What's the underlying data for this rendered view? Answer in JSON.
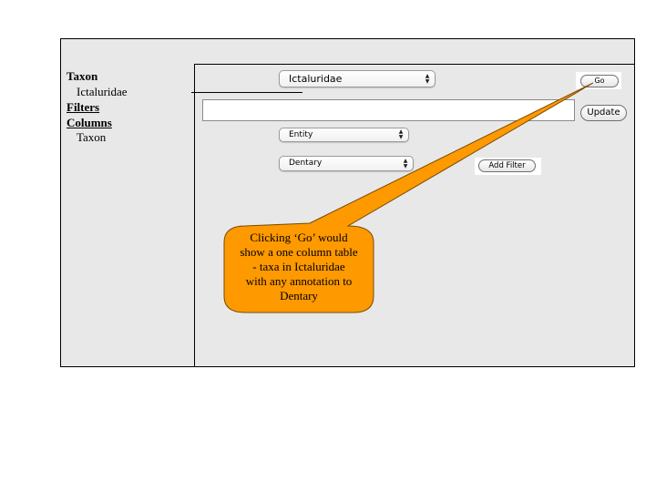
{
  "sidebar": {
    "taxon_header": "Taxon",
    "taxon_value": "Ictaluridae",
    "filters_link": "Filters",
    "columns_link": "Columns",
    "column_item": "Taxon"
  },
  "main": {
    "taxon_select": "Ictaluridae",
    "go_button": "Go",
    "update_button": "Update",
    "filter_type_select": "Entity",
    "filter_value_select": "Dentary",
    "add_filter_button": "Add Filter",
    "query_text": ""
  },
  "callout": {
    "lines": [
      "Clicking ‘Go’ would",
      "show a one column table",
      "- taxa in Ictaluridae",
      "with any annotation to",
      "Dentary"
    ],
    "fill_color": "#ff9900",
    "stroke_color": "#7a4a00"
  }
}
